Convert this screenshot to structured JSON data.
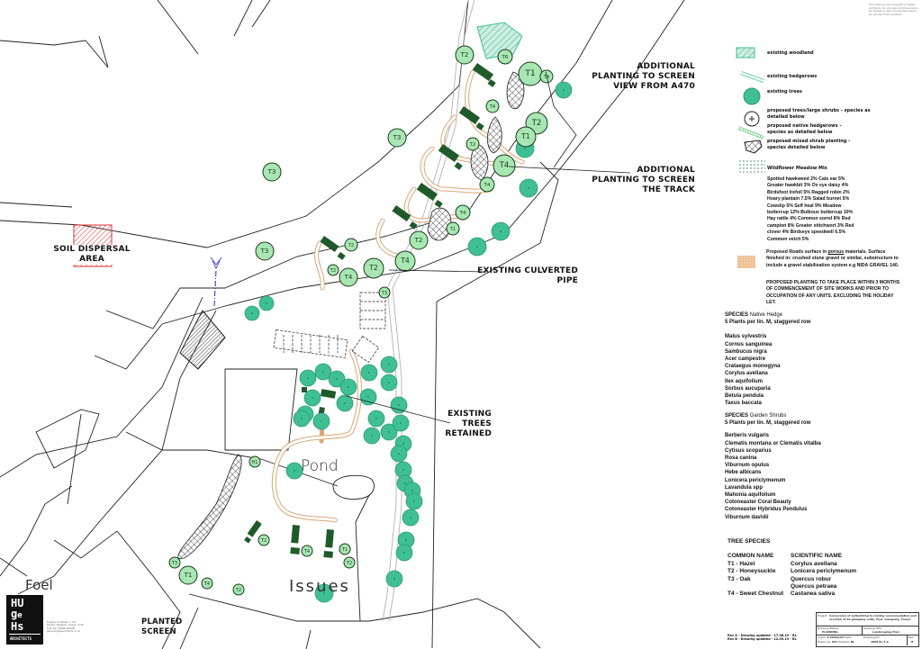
{
  "header_notes": "This drawing is the copyright of Hughes Architects. Do not scale. All dimensions to be checked on site. Any discrepancies to be reported to the architect.",
  "plan": {
    "callouts": {
      "screen_a470": [
        "ADDITIONAL",
        "PLANTING TO SCREEN",
        "VIEW FROM A470"
      ],
      "screen_track": [
        "ADDITIONAL",
        "PLANTING TO SCREEN",
        "THE TRACK"
      ],
      "culverted_pipe": [
        "EXISTING CULVERTED",
        "PIPE"
      ],
      "trees_retained": [
        "EXISTING",
        "TREES",
        "RETAINED"
      ],
      "soil_dispersal": [
        "SOIL DISPERSAL",
        "AREA"
      ],
      "planted_screen": [
        "PLANTED",
        "SCREEN"
      ]
    },
    "place_names": {
      "pond": "Pond",
      "issues": "Issues",
      "foel": "Foel"
    },
    "tree_labels": [
      "T2",
      "T6",
      "T1",
      "T4",
      "T4",
      "T2",
      "T1",
      "T4",
      "T2",
      "T4",
      "T4",
      "T3",
      "T3",
      "T2",
      "T3",
      "T2",
      "T4",
      "T2",
      "T4",
      "T2",
      "T1",
      "T3",
      "H1",
      "T2",
      "T4",
      "T1",
      "T2",
      "T3",
      "T1",
      "T4",
      "T2"
    ]
  },
  "legend": {
    "items": [
      {
        "icon": "existing-woodland-icon",
        "label": "existing woodland"
      },
      {
        "icon": "existing-hedgerow-icon",
        "label": "existing hedgerows"
      },
      {
        "icon": "existing-tree-icon",
        "label": "existing trees"
      },
      {
        "icon": "proposed-tree-icon",
        "label": "proposed trees/large shrubs - species as detailed below"
      },
      {
        "icon": "proposed-hedgerow-icon",
        "label": "proposed native hedgerows - species as detailed below"
      },
      {
        "icon": "mixed-shrub-icon",
        "label": "proposed mixed shrub planting - species detailed below"
      },
      {
        "icon": "wildflower-icon",
        "label": "Wildflower Meadow Mix"
      }
    ],
    "wildflower_mix": "Spotted hawkweed 2% Cats ear 5% Greater hawkbit 3% Ox eye daisy 4% Birdsfoot trefoil 5% Ragged robin 2% Hoary plantain 7.5% Salad burnet 5% Cowslip 5% Self heal 9% Meadow buttercup 12% Bulbous buttercup 10% Hay rattle 4% Common sorrel 8% Red campion 8% Greater stitchwort 3% Red clover 4% Birdseye speedwell 6.5% Common vetch 5%",
    "roads_surface": {
      "icon": "roads-surface-icon",
      "text_1": "Proposed Roads surface in ",
      "porous": "porous",
      "text_2": " materials. Surface finished in: crushed stone gravel or similar, substructure to include a gravel stabilisation system e.g NIDA GRAVEL 140."
    },
    "planting_note": "PROPOSED PLANTING TO TAKE PLACE WITHIN 3 MONTHS OF COMMENCEMENT OF SITE WORKS AND PRIOR TO OCCUPATION OF ANY UNITS. EXCLUDING THE HOLIDAY LET."
  },
  "species_native_hedge": {
    "title_bold": "SPECIES",
    "title": " Native Hedge",
    "subtitle": "5 Plants per lin. M, staggered row",
    "items": [
      "Malus sylvestris",
      "Cornus sanguinea",
      "Sambucus nigra",
      "Acer campestre",
      "Crataegus monogyna",
      "Corylus avellana",
      "Ilex aquifolium",
      "Sorbus aucuparia",
      "Betula pendula",
      "Taxus baccata"
    ]
  },
  "species_garden_shrubs": {
    "title_bold": "SPECIES",
    "title": " Garden Shrubs",
    "subtitle": "5 Plants per lin. M, staggered row",
    "items": [
      "Berberis vulgaris",
      "Clematis montana or Clematis vitalba",
      "Cytisus scoparius",
      "Rosa canina",
      "Viburnum opulus",
      "Hebe albicans",
      "Lonicera periclymenum",
      "Lavandula spp",
      "Mahonia aquifolium",
      "Cotoneaster Coral Beauty",
      "Cotoneaster Hybridus Pendulus",
      "Viburnum davidii"
    ]
  },
  "tree_species": {
    "title": "TREE SPECIES",
    "col_common": "COMMON NAME",
    "col_scientific": "SCIENTIFIC NAME",
    "rows": [
      {
        "common": "T1 - Hazel",
        "scientific": "Corylus avellana"
      },
      {
        "common": "T2 - Honeysuckle",
        "scientific": "Lonicera periclymenum"
      },
      {
        "common": "T3 - Oak",
        "scientific": "Quercus robur"
      },
      {
        "common": "",
        "scientific": "Quercus petraea"
      },
      {
        "common": "T4 - Sweet Chestnut",
        "scientific": "Castanea sativa"
      }
    ]
  },
  "revisions": [
    "Rev A - Drawing updated - 17.08.19 - RL",
    "Rev B - Drawing updated - 12.09.19 - RL"
  ],
  "title_block": {
    "project_label": "Project:",
    "project": "Conversion of outbuilding to holiday accommodation and erection of 10 glamping units, Foel, Llangurig, Powys",
    "drawing_status_label": "Drawing Status:",
    "drawing_status": "PLANNING",
    "drawing_title_label": "Drawing Title:",
    "drawing_title": "Landscaping Plan",
    "scale_label": "Scale:",
    "scale": "1:1000@A3",
    "date_label": "Date:",
    "drawn_label": "Drawn by:",
    "drawn": "RH",
    "checked_label": "Checked:",
    "checked": "RL",
    "drawing_no_label": "Drawing No:",
    "drawing_no": "3068 Ex 3.9",
    "rev_label": "Rev:",
    "rev": "B"
  },
  "logo": {
    "letters": [
      "H",
      "U",
      "g",
      "e",
      "H",
      "s"
    ],
    "name": "ARCHITECTS"
  },
  "practice_address": "Hughes Architects, 1 The Square, Newtown, Powys, SY16 1AA, Tel: 01686 000000, www.hughesarchitects.co.uk",
  "colors": {
    "existing_tree": "#3fbf94",
    "proposed_tree": "#a8e6b4",
    "cabin": "#1f5a2a",
    "road": "#e8c49a",
    "soil_area": "#e03030",
    "culvert": "#2222cc"
  }
}
